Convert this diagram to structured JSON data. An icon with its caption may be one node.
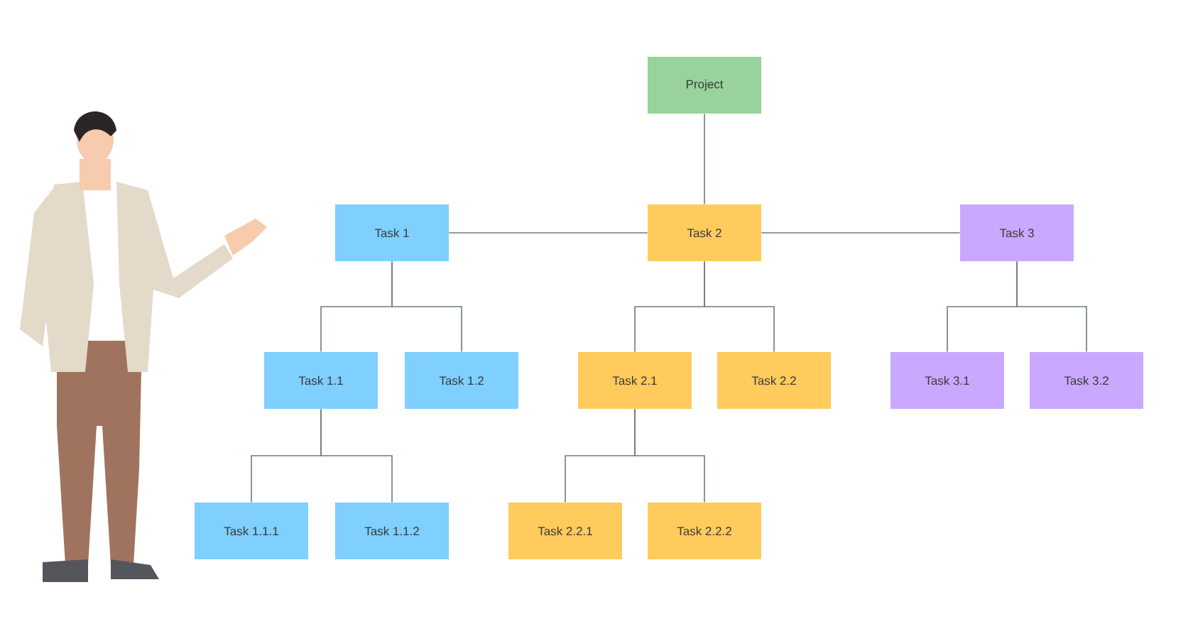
{
  "diagram": {
    "nodes": [
      {
        "text": [
          "Project"
        ]
      },
      {
        "text": [
          "Task 1"
        ]
      },
      {
        "text": [
          "Task 2"
        ]
      },
      {
        "text": [
          "Task 3"
        ]
      },
      {
        "text": [
          "Task 1.1"
        ]
      },
      {
        "text": [
          "Task 1.2"
        ]
      },
      {
        "text": [
          "Task 2.1"
        ]
      },
      {
        "text": [
          "Task 2.2"
        ]
      },
      {
        "text": [
          "Task 3.1"
        ]
      },
      {
        "text": [
          "Task 3.2"
        ]
      },
      {
        "text": [
          "Task 1.1.1"
        ]
      },
      {
        "text": [
          "Task 1.1.2"
        ]
      },
      {
        "text": [
          "Task 2.2.1"
        ]
      },
      {
        "text": [
          "Task 2.2.2"
        ]
      }
    ],
    "edges": [
      {
        "from": 0,
        "to": 2,
        "arrow": "none"
      },
      {
        "from": 1,
        "to": 2,
        "arrow": "none"
      },
      {
        "from": 2,
        "to": 3,
        "arrow": "none"
      },
      {
        "from": 1,
        "to": 4,
        "arrow": "none"
      },
      {
        "from": 1,
        "to": 5,
        "arrow": "none"
      },
      {
        "from": 2,
        "to": 6,
        "arrow": "none"
      },
      {
        "from": 2,
        "to": 7,
        "arrow": "none"
      },
      {
        "from": 3,
        "to": 8,
        "arrow": "none"
      },
      {
        "from": 3,
        "to": 9,
        "arrow": "none"
      },
      {
        "from": 4,
        "to": 10,
        "arrow": "none"
      },
      {
        "from": 4,
        "to": 11,
        "arrow": "none"
      },
      {
        "from": 6,
        "to": 12,
        "arrow": "none"
      },
      {
        "from": 6,
        "to": 13,
        "arrow": "none"
      }
    ]
  }
}
